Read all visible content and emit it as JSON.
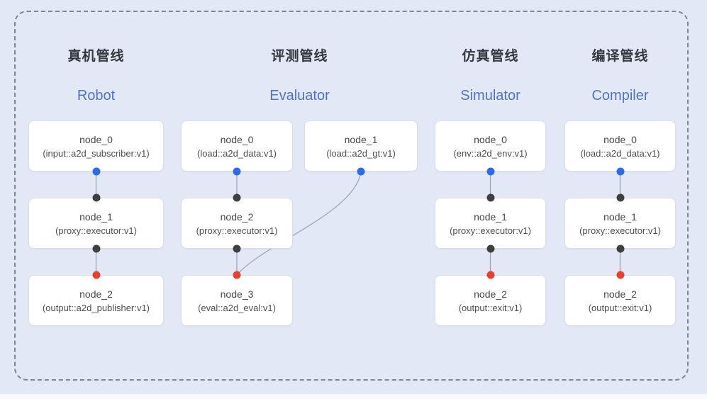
{
  "colors": {
    "background": "#e3e8f6",
    "frame_dash": "#7f8594",
    "port_blue": "#2b6ce8",
    "port_dark": "#3f3f3f",
    "port_red": "#e8402d",
    "edge": "#9ba7bd",
    "title_zh": "#34383f",
    "title_en": "#4f74c4"
  },
  "pipelines": [
    {
      "title_zh": "真机管线",
      "title_en": "Robot",
      "nodes": [
        {
          "name": "node_0",
          "type": "(input::a2d_subscriber:v1)"
        },
        {
          "name": "node_1",
          "type": "(proxy::executor:v1)"
        },
        {
          "name": "node_2",
          "type": "(output::a2d_publisher:v1)"
        }
      ]
    },
    {
      "title_zh": "评测管线",
      "title_en": "Evaluator",
      "nodes": [
        {
          "name": "node_0",
          "type": "(load::a2d_data:v1)"
        },
        {
          "name": "node_1",
          "type": "(load::a2d_gt:v1)"
        },
        {
          "name": "node_2",
          "type": "(proxy::executor:v1)"
        },
        {
          "name": "node_3",
          "type": "(eval::a2d_eval:v1)"
        }
      ]
    },
    {
      "title_zh": "仿真管线",
      "title_en": "Simulator",
      "nodes": [
        {
          "name": "node_0",
          "type": "(env::a2d_env:v1)"
        },
        {
          "name": "node_1",
          "type": "(proxy::executor:v1)"
        },
        {
          "name": "node_2",
          "type": "(output::exit:v1)"
        }
      ]
    },
    {
      "title_zh": "编译管线",
      "title_en": "Compiler",
      "nodes": [
        {
          "name": "node_0",
          "type": "(load::a2d_data:v1)"
        },
        {
          "name": "node_1",
          "type": "(proxy::executor:v1)"
        },
        {
          "name": "node_2",
          "type": "(output::exit:v1)"
        }
      ]
    }
  ]
}
